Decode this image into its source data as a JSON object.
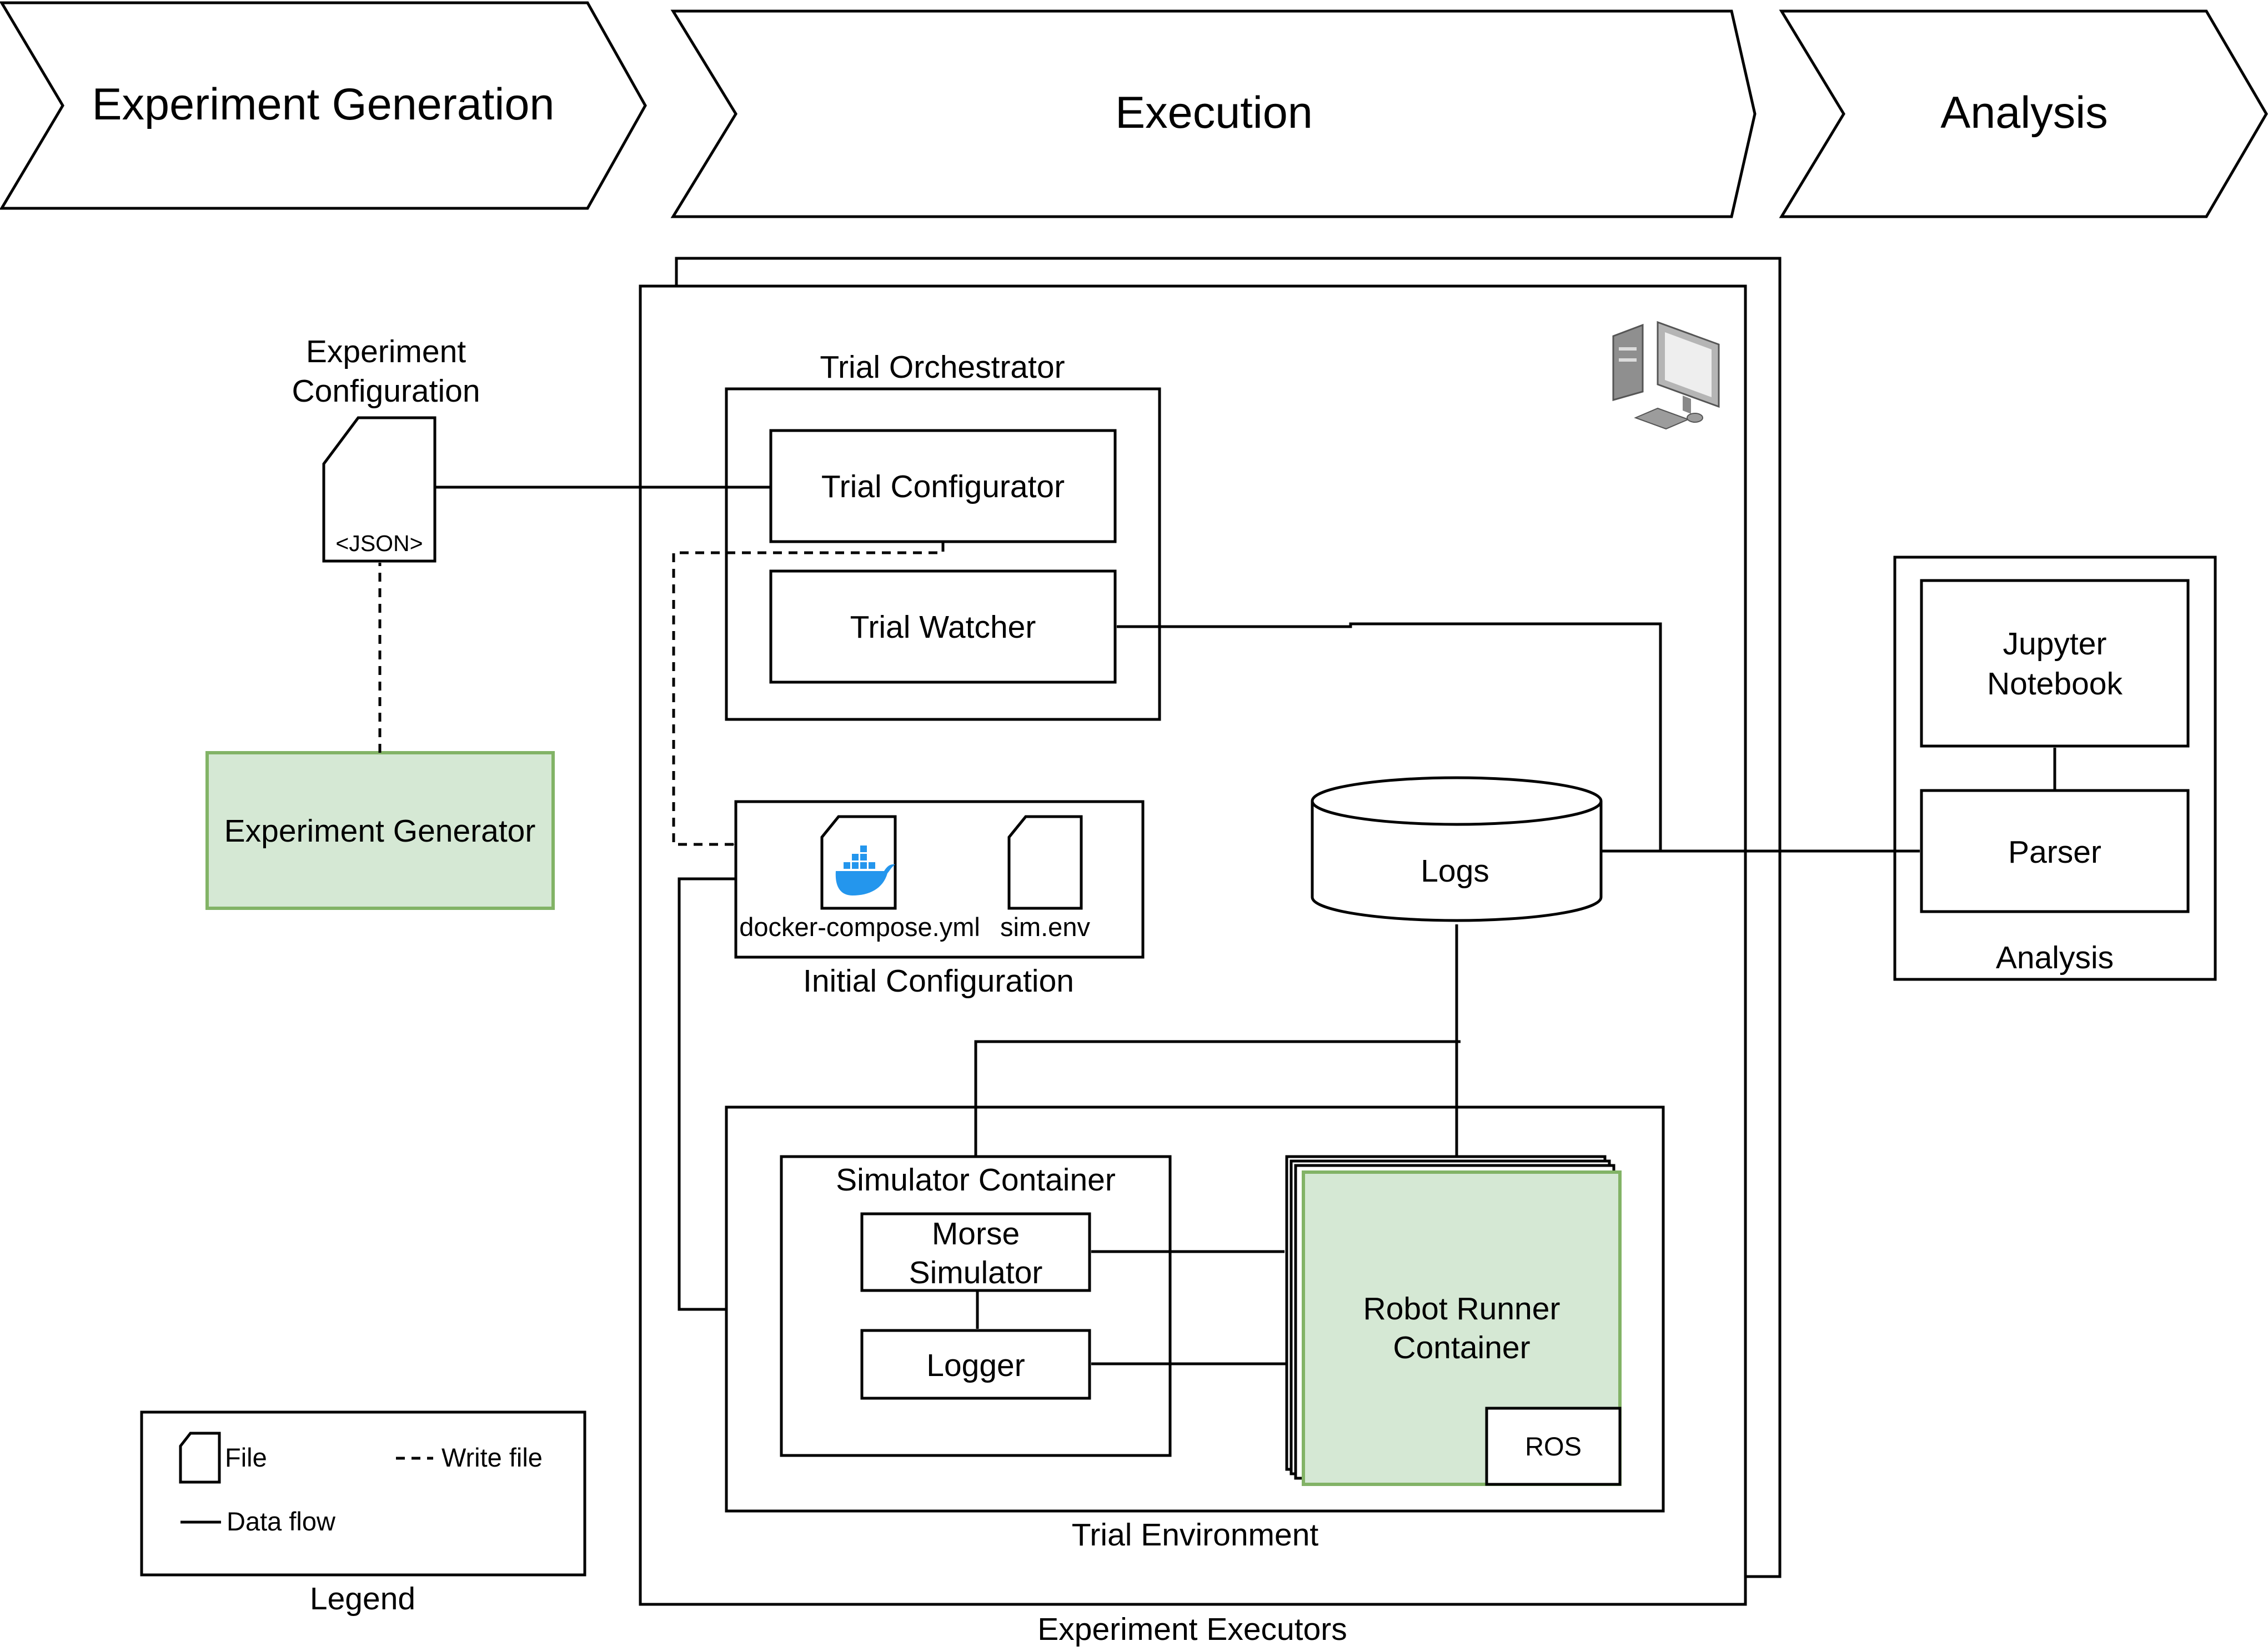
{
  "phases": {
    "experiment_generation": "Experiment Generation",
    "execution": "Execution",
    "analysis": "Analysis"
  },
  "experiment_configuration": {
    "title_line1": "Experiment",
    "title_line2": "Configuration",
    "file_label": "<JSON>"
  },
  "experiment_generator": "Experiment Generator",
  "trial_orchestrator": {
    "title": "Trial Orchestrator",
    "configurator": "Trial Configurator",
    "watcher": "Trial Watcher"
  },
  "initial_configuration": {
    "title": "Initial Configuration",
    "docker_file": "docker-compose.yml",
    "sim_file": "sim.env"
  },
  "logs": "Logs",
  "trial_environment": {
    "title": "Trial Environment",
    "simulator_container": "Simulator Container",
    "morse_line1": "Morse",
    "morse_line2": "Simulator",
    "logger": "Logger",
    "robot_runner_line1": "Robot Runner",
    "robot_runner_line2": "Container",
    "ros": "ROS"
  },
  "experiment_executors": "Experiment Executors",
  "analysis_box": {
    "title": "Analysis",
    "jupyter_line1": "Jupyter",
    "jupyter_line2": "Notebook",
    "parser": "Parser"
  },
  "legend": {
    "title": "Legend",
    "file": "File",
    "write_file": "Write file",
    "data_flow": "Data flow"
  },
  "icons": {
    "computer": "computer-icon",
    "docker": "docker-whale-icon"
  },
  "colors": {
    "green_fill": "#d5e8d4",
    "green_stroke": "#82b366",
    "docker_blue": "#2496ed"
  }
}
